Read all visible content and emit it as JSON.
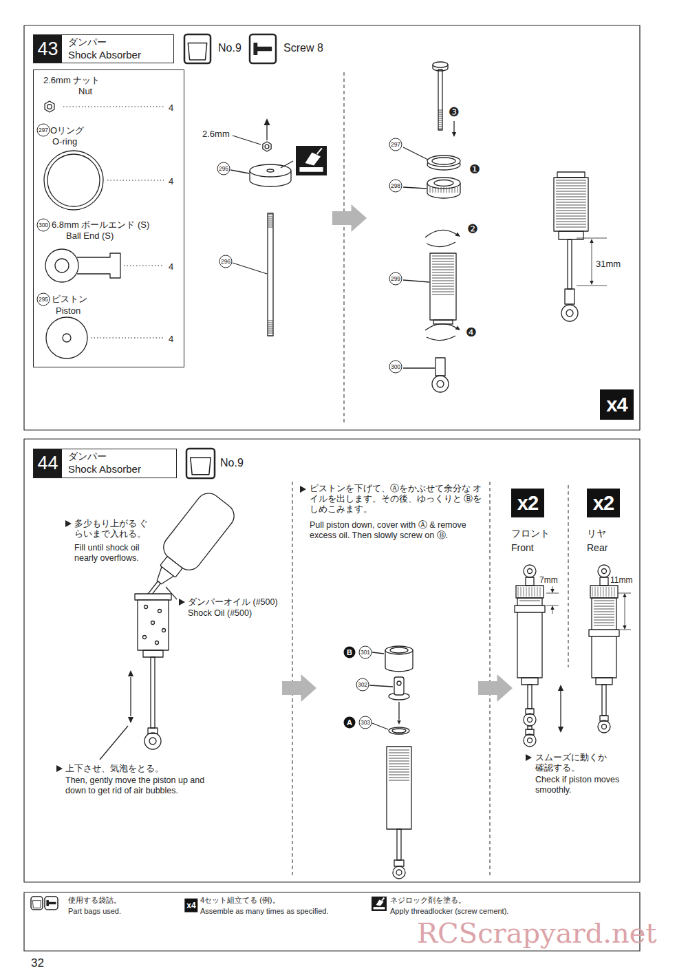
{
  "diagram": {
    "nodes": [
      {
        "text": [
          "43",
          "ダンパー",
          "Shock Absorber"
        ]
      },
      {
        "text": [
          "2.6mm ナット",
          "Nut",
          "4",
          "297",
          "Oリング",
          "O-ring",
          "4",
          "300",
          "6.8mm ボールエンド (S)",
          "Ball End (S)",
          "4",
          "295",
          "ピストン",
          "Piston",
          "4"
        ]
      },
      {
        "text": [
          "x4"
        ]
      },
      {
        "text": [
          "44",
          "ダンパー",
          "Shock Absorber"
        ]
      },
      {
        "text": [
          "x2"
        ]
      },
      {
        "text": [
          "x2"
        ]
      }
    ],
    "labels": [
      "No.9",
      "Screw 8",
      "2.6mm",
      "295",
      "296",
      "❸",
      "297",
      "❶",
      "298",
      "❷",
      "299",
      "❹",
      "300",
      "31mm",
      "No.9",
      "多少もり上がる ぐらいまで入れる。",
      "Fill until shock oil nearly overflows.",
      "ダンパーオイル (#500)",
      "Shock Oil (#500)",
      "上下させ、気泡をとる。",
      "Then, gently move the piston up and down to get rid of air bubbles.",
      "ピストンを下げて、Ⓐをかぶせて余分な オイルを出します。その後、ゆっくりと Ⓑをしめこみます。",
      "Pull piston down, cover with Ⓐ & remove excess oil. Then slowly screw on Ⓑ.",
      "B",
      "301",
      "302",
      "A",
      "303",
      "フロント",
      "Front",
      "7mm",
      "リヤ",
      "Rear",
      "11mm",
      "スムーズに動くか 確認する。",
      "Check if piston moves smoothly.",
      "32",
      "RCScrapyard.net",
      "x4"
    ],
    "legend": [
      {
        "text": "使用する袋詰。"
      },
      {
        "text": "Part bags used."
      },
      {
        "text": "4セット組立てる (例)。"
      },
      {
        "text": "Assemble as many times as specified."
      },
      {
        "text": "ネジロック剤を塗る。"
      },
      {
        "text": "Apply threadlocker (screw cement)."
      }
    ]
  }
}
